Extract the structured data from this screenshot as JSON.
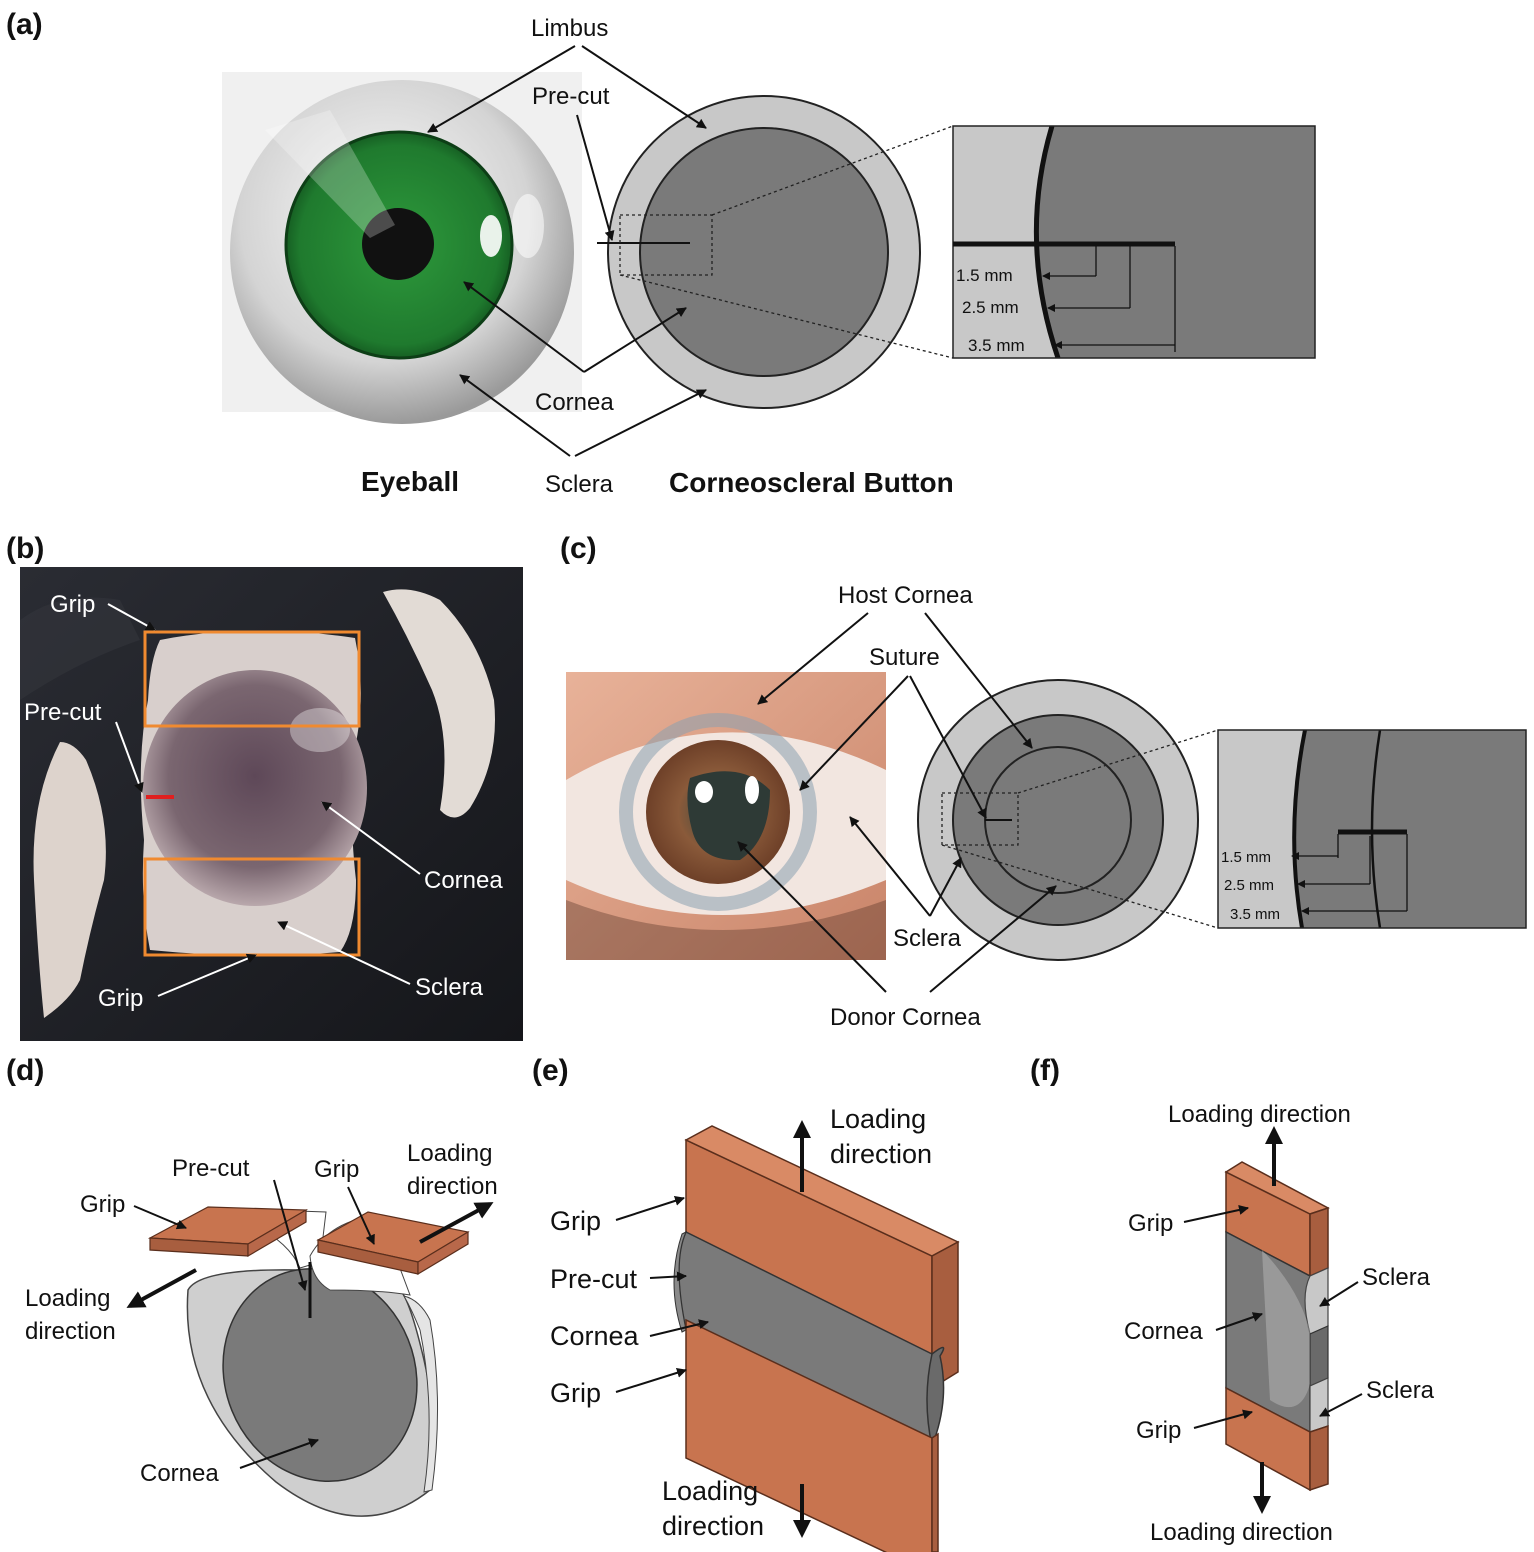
{
  "panels": {
    "a": "(a)",
    "b": "(b)",
    "c": "(c)",
    "d": "(d)",
    "e": "(e)",
    "f": "(f)"
  },
  "a": {
    "limbus": "Limbus",
    "precut": "Pre-cut",
    "cornea": "Cornea",
    "sclera": "Sclera",
    "eyeball": "Eyeball",
    "button": "Corneoscleral Button",
    "dim1": "1.5 mm",
    "dim2": "2.5 mm",
    "dim3": "3.5 mm"
  },
  "b": {
    "grip_top": "Grip",
    "precut": "Pre-cut",
    "cornea": "Cornea",
    "sclera": "Sclera",
    "grip_bottom": "Grip"
  },
  "c": {
    "host": "Host Cornea",
    "suture": "Suture",
    "sclera": "Sclera",
    "donor": "Donor Cornea",
    "dim1": "1.5 mm",
    "dim2": "2.5 mm",
    "dim3": "3.5 mm"
  },
  "d": {
    "grip_left": "Grip",
    "precut": "Pre-cut",
    "grip_right": "Grip",
    "load_right_1": "Loading",
    "load_right_2": "direction",
    "load_left_1": "Loading",
    "load_left_2": "direction",
    "cornea": "Cornea"
  },
  "e": {
    "load_top_1": "Loading",
    "load_top_2": "direction",
    "grip_top": "Grip",
    "precut": "Pre-cut",
    "cornea": "Cornea",
    "grip_bottom": "Grip",
    "load_bot_1": "Loading",
    "load_bot_2": "direction"
  },
  "f": {
    "load_top": "Loading direction",
    "grip_top": "Grip",
    "sclera_top": "Sclera",
    "cornea": "Cornea",
    "sclera_bot": "Sclera",
    "grip_bot": "Grip",
    "load_bot": "Loading direction"
  },
  "colors": {
    "grip": "#c8744f",
    "cornea": "#7a7a7a",
    "sclera": "#c8c8c8",
    "iris": "#1f7a2e"
  }
}
